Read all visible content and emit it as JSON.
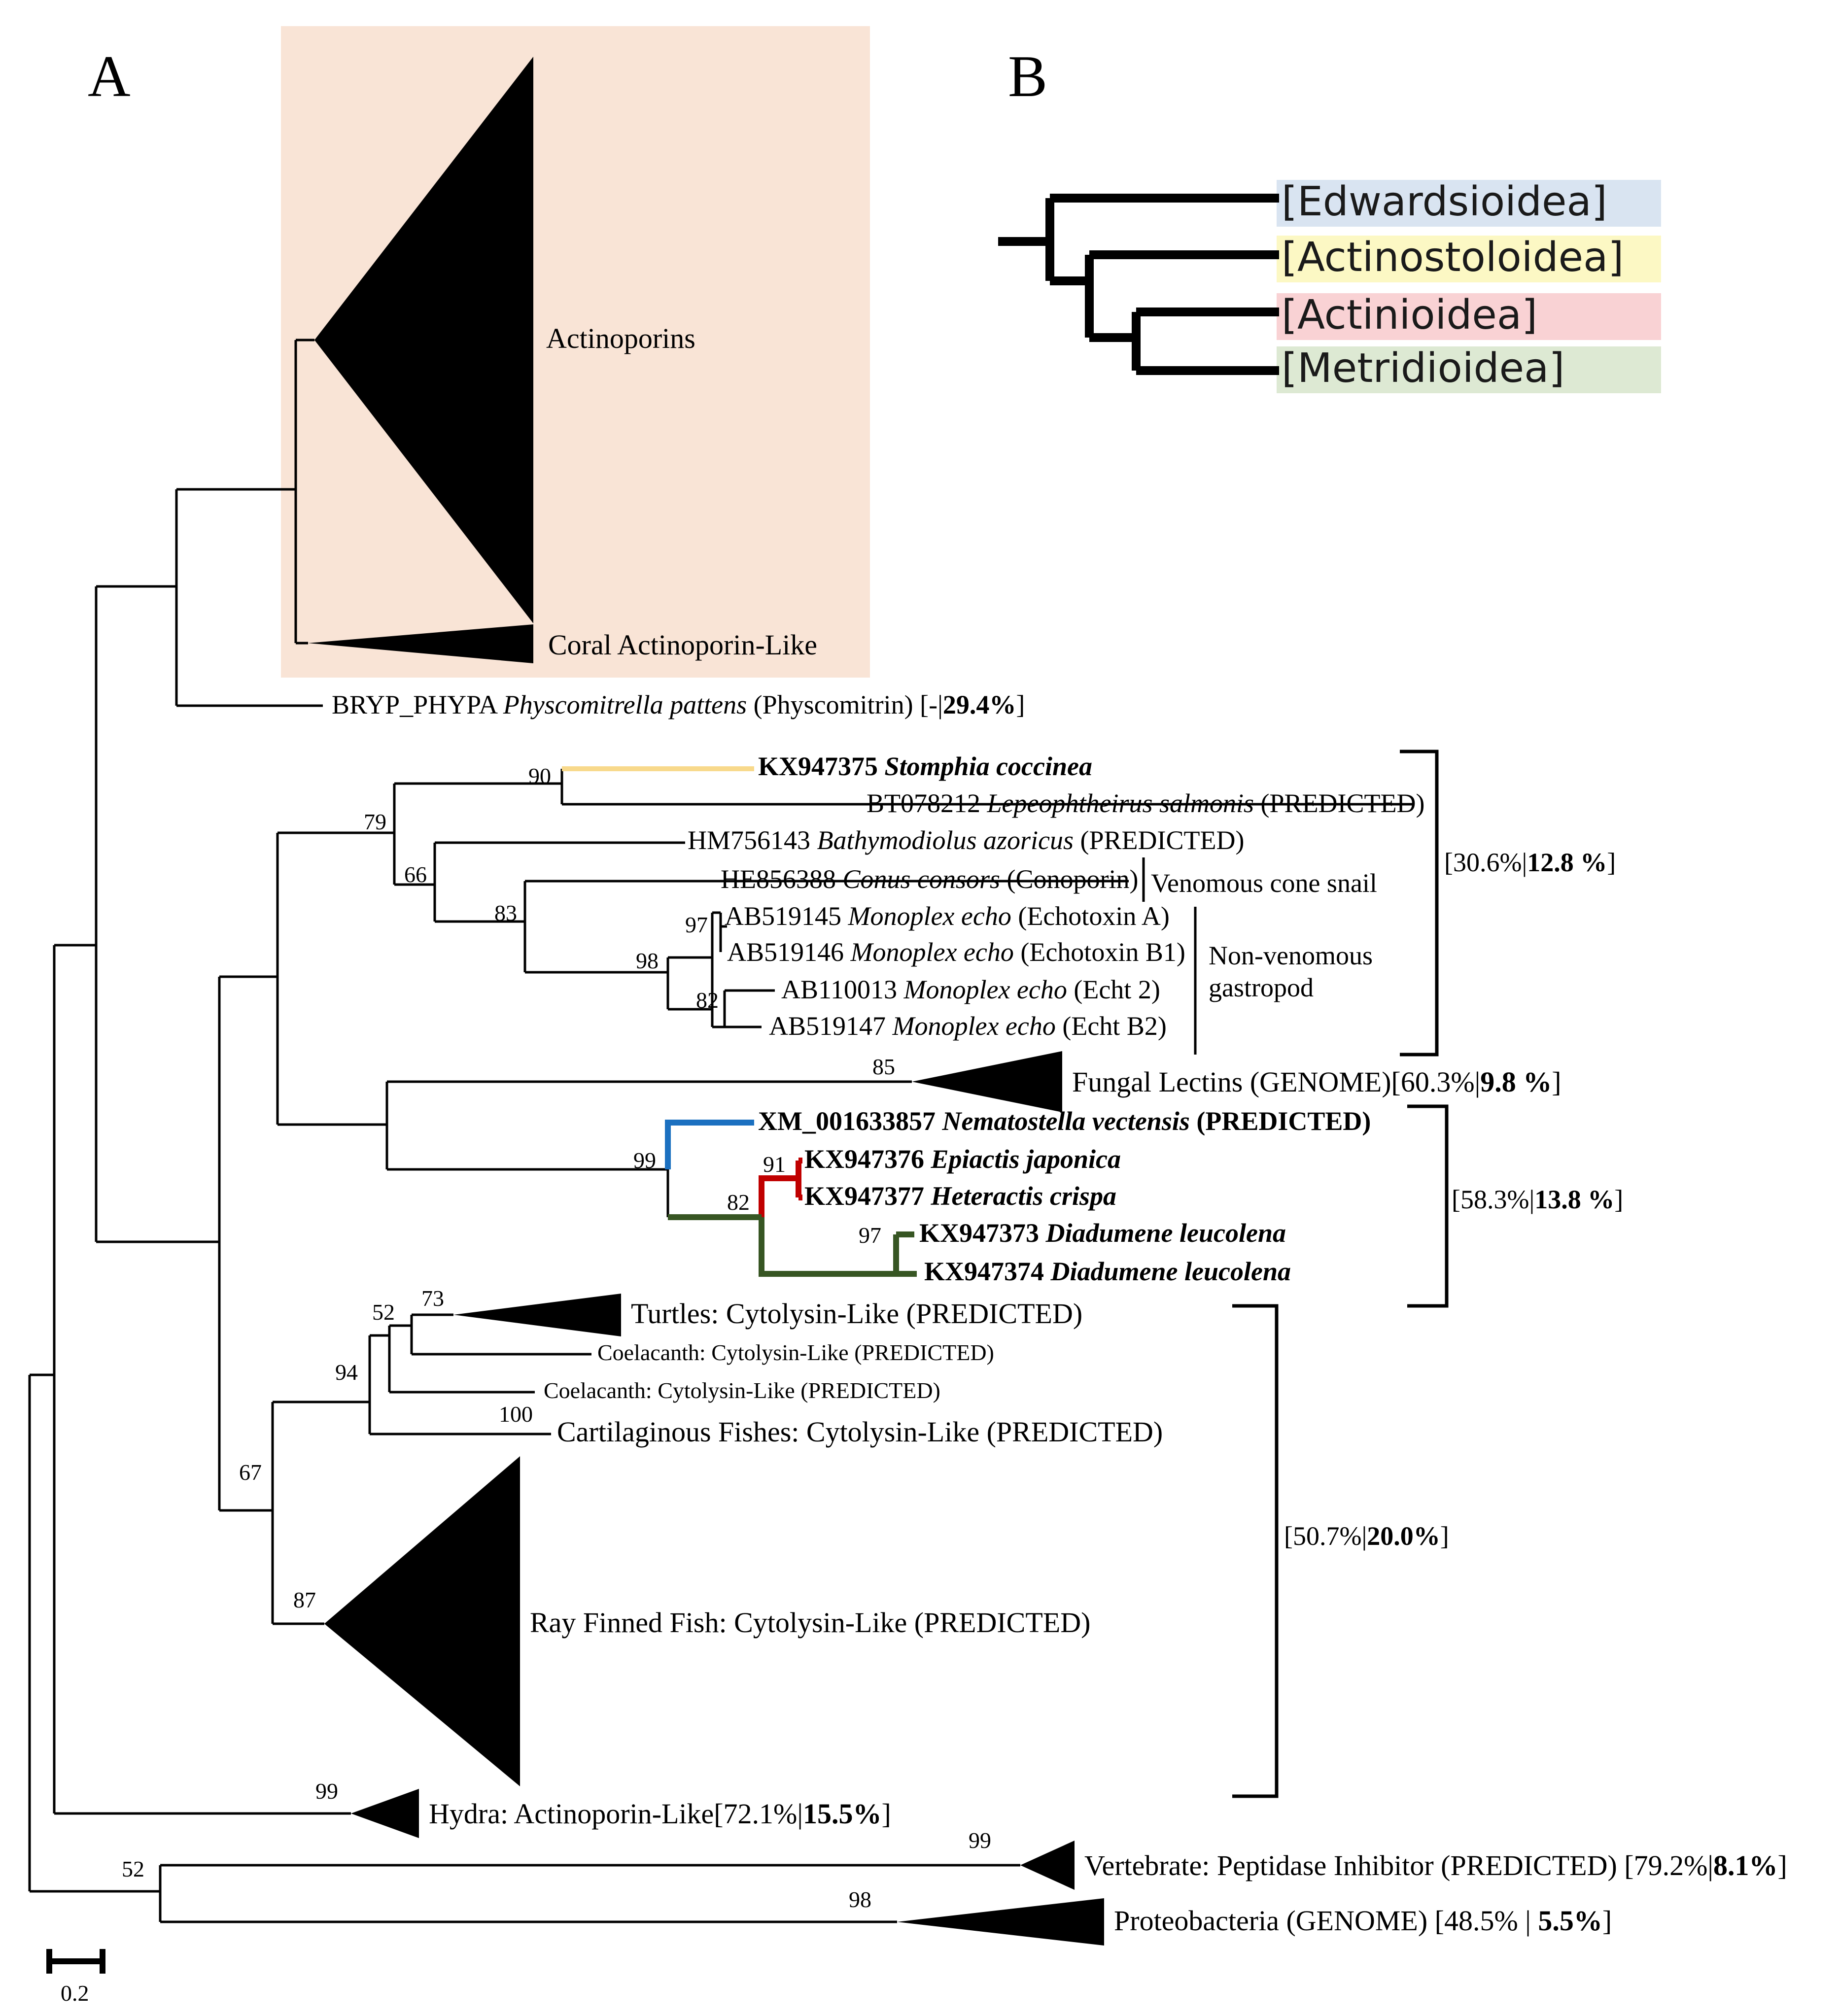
{
  "panels": {
    "a": "A",
    "b": "B"
  },
  "colors": {
    "highlight_box": "#f9e4d6",
    "edwardsioidea": "#d9e4f1",
    "actinostoloidea": "#fcf8c4",
    "actinioidea": "#f9d2d4",
    "metridioidea": "#dde9d3",
    "branch_stomphia": "#f8d98b",
    "branch_nematostella": "#1b70c0",
    "branch_actinioidea": "#c00000",
    "branch_diadumene": "#375623"
  },
  "clades_b": [
    "[Edwardsioidea]",
    "[Actinostoloidea]",
    "[Actinioidea]",
    "[Metridioidea]"
  ],
  "tree": {
    "actinoporins": "Actinoporins",
    "coral": "Coral Actinoporin-Like",
    "bryp": {
      "acc": "BRYP_PHYPA ",
      "sp": "Physcomitrella pattens",
      "rest": " (Physcomitrin) [-|",
      "pct": "29.4%",
      "end": "]"
    },
    "kx75": {
      "acc": "KX947375 ",
      "sp": "Stomphia coccinea"
    },
    "bt": {
      "acc": "BT078212 ",
      "sp": "Lepeophtheirus salmonis",
      "rest": " (PREDICTED)"
    },
    "hm": {
      "acc": "HM756143 ",
      "sp": "Bathymodiolus azoricus",
      "rest": " (PREDICTED)"
    },
    "he": {
      "acc": "HE856388 ",
      "sp": "Conus consors",
      "rest": " (Conoporin)"
    },
    "ab45": {
      "acc": "AB519145 ",
      "sp": "Monoplex echo",
      "rest": " (Echotoxin A)"
    },
    "ab46": {
      "acc": "AB519146 ",
      "sp": "Monoplex echo",
      "rest": " (Echotoxin B1)"
    },
    "ab13": {
      "acc": "AB110013 ",
      "sp": "Monoplex echo",
      "rest": " (Echt 2)"
    },
    "ab47": {
      "acc": "AB519147 ",
      "sp": "Monoplex echo",
      "rest": " (Echt B2)"
    },
    "venom_note": "Venomous cone snail",
    "nonvenom_note_1": "Non-venomous",
    "nonvenom_note_2": "gastropod",
    "group1_pre": "[30.6%|",
    "group1_bold": "12.8 %",
    "group1_end": "]",
    "fungal_pre": "Fungal Lectins (GENOME)[60.3%|",
    "fungal_bold": "9.8 %",
    "fungal_end": "]",
    "xm": {
      "acc": "XM_001633857 ",
      "sp": "Nematostella vectensis",
      "rest": " (PREDICTED)"
    },
    "kx76": {
      "acc": "KX947376 ",
      "sp": "Epiactis japonica"
    },
    "kx77": {
      "acc": "KX947377 ",
      "sp": "Heteractis crispa"
    },
    "kx73": {
      "acc": "KX947373 ",
      "sp": "Diadumene leucolena"
    },
    "kx74": {
      "acc": "KX947374 ",
      "sp": "Diadumene leucolena"
    },
    "group2_pre": "[58.3%|",
    "group2_bold": "13.8 %",
    "group2_end": "]",
    "turtles": "Turtles: Cytolysin-Like (PREDICTED)",
    "coela1": "Coelacanth: Cytolysin-Like (PREDICTED)",
    "coela2": "Coelacanth: Cytolysin-Like (PREDICTED)",
    "cartilage": "Cartilaginous Fishes: Cytolysin-Like (PREDICTED)",
    "rayfin": "Ray Finned Fish: Cytolysin-Like (PREDICTED)",
    "group3_pre": "[50.7%|",
    "group3_bold": "20.0%",
    "group3_end": "]",
    "hydra_pre": "Hydra: Actinoporin-Like[72.1%|",
    "hydra_bold": "15.5%",
    "hydra_end": "]",
    "vert_pre": "Vertebrate: Peptidase Inhibitor (PREDICTED) [79.2%|",
    "vert_bold": "8.1%",
    "vert_end": "]",
    "proteo_pre": "Proteobacteria (GENOME) [48.5% | ",
    "proteo_bold": "5.5%",
    "proteo_end": "]",
    "scale": "0.2"
  },
  "bootstrap": {
    "b90": "90",
    "b79": "79",
    "b66": "66",
    "b83": "83",
    "b97a": "97",
    "b98a": "98",
    "b82a": "82",
    "b85": "85",
    "b99a": "99",
    "b91": "91",
    "b82b": "82",
    "b97b": "97",
    "b73": "73",
    "b52a": "52",
    "b94": "94",
    "b100": "100",
    "b67": "67",
    "b87": "87",
    "b99b": "99",
    "b99c": "99",
    "b52b": "52",
    "b98b": "98"
  }
}
